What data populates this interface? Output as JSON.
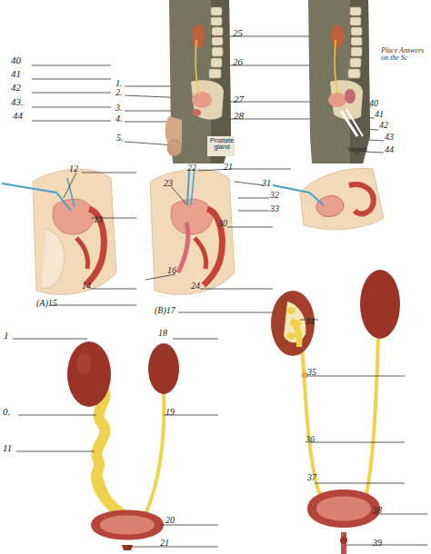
{
  "diagram": {
    "labels": [
      "40",
      "41",
      "42",
      "43.",
      "44",
      "1.",
      "2.",
      "3.",
      "4.",
      "5.",
      "25",
      "26",
      "Place Answers on the Sc",
      "27",
      "40",
      "41",
      "Prostate gland",
      "42",
      "28",
      "43",
      "Vagina",
      "44",
      "12",
      "22",
      "21",
      "23",
      "31",
      "32",
      "33",
      "13",
      "30",
      "16",
      "24",
      "14",
      "(A)15",
      "(B)17",
      "34",
      "18",
      "1",
      "35",
      "0.",
      "19",
      "36",
      "11",
      "37",
      "38",
      "20",
      "21",
      "39"
    ]
  }
}
